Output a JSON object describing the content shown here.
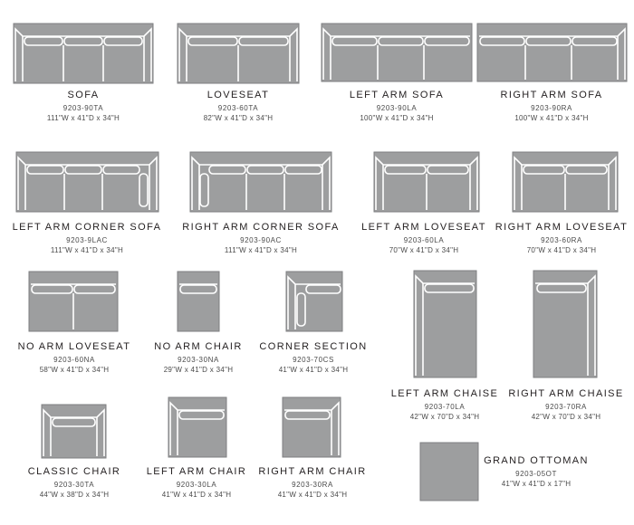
{
  "pieces": [
    {
      "id": "sofa",
      "name": "SOFA",
      "sku": "9203-90TA",
      "dims": "111\"W x 41\"D x 34\"H"
    },
    {
      "id": "loveseat",
      "name": "LOVESEAT",
      "sku": "9203-60TA",
      "dims": "82\"W x 41\"D x 34\"H"
    },
    {
      "id": "left-arm-sofa",
      "name": "LEFT ARM SOFA",
      "sku": "9203-90LA",
      "dims": "100\"W x 41\"D x 34\"H"
    },
    {
      "id": "right-arm-sofa",
      "name": "RIGHT ARM SOFA",
      "sku": "9203-90RA",
      "dims": "100\"W x 41\"D x 34\"H"
    },
    {
      "id": "left-arm-corner-sofa",
      "name": "LEFT ARM CORNER SOFA",
      "sku": "9203-9LAC",
      "dims": "111\"W x 41\"D x 34\"H"
    },
    {
      "id": "right-arm-corner-sofa",
      "name": "RIGHT ARM CORNER SOFA",
      "sku": "9203-90AC",
      "dims": "111\"W x 41\"D x 34\"H"
    },
    {
      "id": "left-arm-loveseat",
      "name": "LEFT ARM LOVESEAT",
      "sku": "9203-60LA",
      "dims": "70\"W x 41\"D x 34\"H"
    },
    {
      "id": "right-arm-loveseat",
      "name": "RIGHT ARM LOVESEAT",
      "sku": "9203-60RA",
      "dims": "70\"W x 41\"D x 34\"H"
    },
    {
      "id": "no-arm-loveseat",
      "name": "NO ARM LOVESEAT",
      "sku": "9203-60NA",
      "dims": "58\"W x 41\"D x 34\"H"
    },
    {
      "id": "no-arm-chair",
      "name": "NO ARM CHAIR",
      "sku": "9203-30NA",
      "dims": "29\"W x 41\"D x 34\"H"
    },
    {
      "id": "corner-section",
      "name": "CORNER SECTION",
      "sku": "9203-70CS",
      "dims": "41\"W x 41\"D x 34\"H"
    },
    {
      "id": "left-arm-chaise",
      "name": "LEFT ARM CHAISE",
      "sku": "9203-70LA",
      "dims": "42\"W x 70\"D x 34\"H"
    },
    {
      "id": "right-arm-chaise",
      "name": "RIGHT ARM CHAISE",
      "sku": "9203-70RA",
      "dims": "42\"W x 70\"D x 34\"H"
    },
    {
      "id": "classic-chair",
      "name": "CLASSIC CHAIR",
      "sku": "9203-30TA",
      "dims": "44\"W x 38\"D x 34\"H"
    },
    {
      "id": "left-arm-chair",
      "name": "LEFT ARM CHAIR",
      "sku": "9203-30LA",
      "dims": "41\"W x 41\"D x 34\"H"
    },
    {
      "id": "right-arm-chair",
      "name": "RIGHT ARM CHAIR",
      "sku": "9203-30RA",
      "dims": "41\"W x 41\"D x 34\"H"
    },
    {
      "id": "grand-ottoman",
      "name": "GRAND OTTOMAN",
      "sku": "9203-05OT",
      "dims": "41\"W x 41\"D x 17\"H"
    }
  ],
  "colors": {
    "upholstery": "#9d9e9f",
    "outline": "#ffffff",
    "text": "#231f20"
  }
}
